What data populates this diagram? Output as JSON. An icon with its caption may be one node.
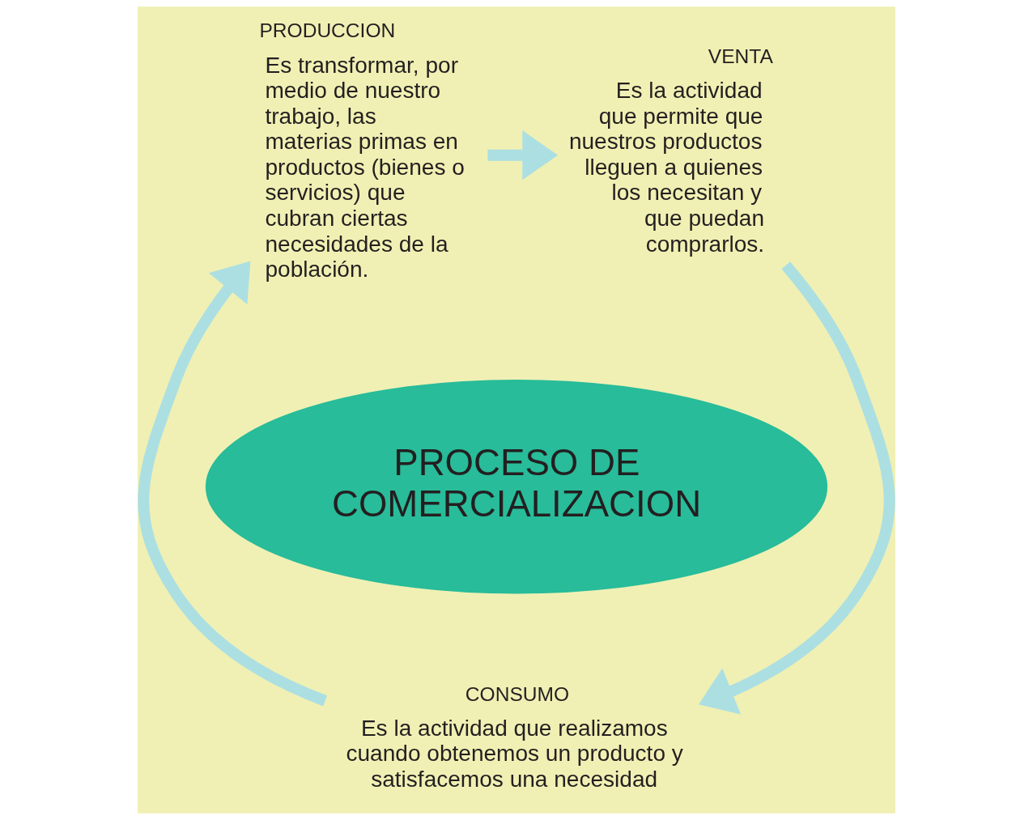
{
  "diagram": {
    "nodes": [
      {
        "text": [
          "PRODUCCION",
          "Es transformar, por medio de nuestro trabajo, las materias primas en productos (bienes o servicios) que cubran ciertas necesidades de la población."
        ]
      },
      {
        "text": [
          "VENTA",
          "Es la actividad que permite que nuestros productos lleguen a quienes los necesitan y que puedan comprarlos."
        ]
      },
      {
        "text": [
          "PROCESO DE COMERCIALIZACION"
        ]
      },
      {
        "text": [
          "CONSUMO",
          "Es la actividad que realizamos cuando obtenemos un producto y satisfacemos una necesidad"
        ]
      }
    ],
    "edges": [
      {
        "from": 0,
        "to": 1,
        "arrow": "to"
      },
      {
        "from": 1,
        "to": 3,
        "arrow": "to"
      },
      {
        "from": 3,
        "to": 0,
        "arrow": "to"
      }
    ]
  }
}
